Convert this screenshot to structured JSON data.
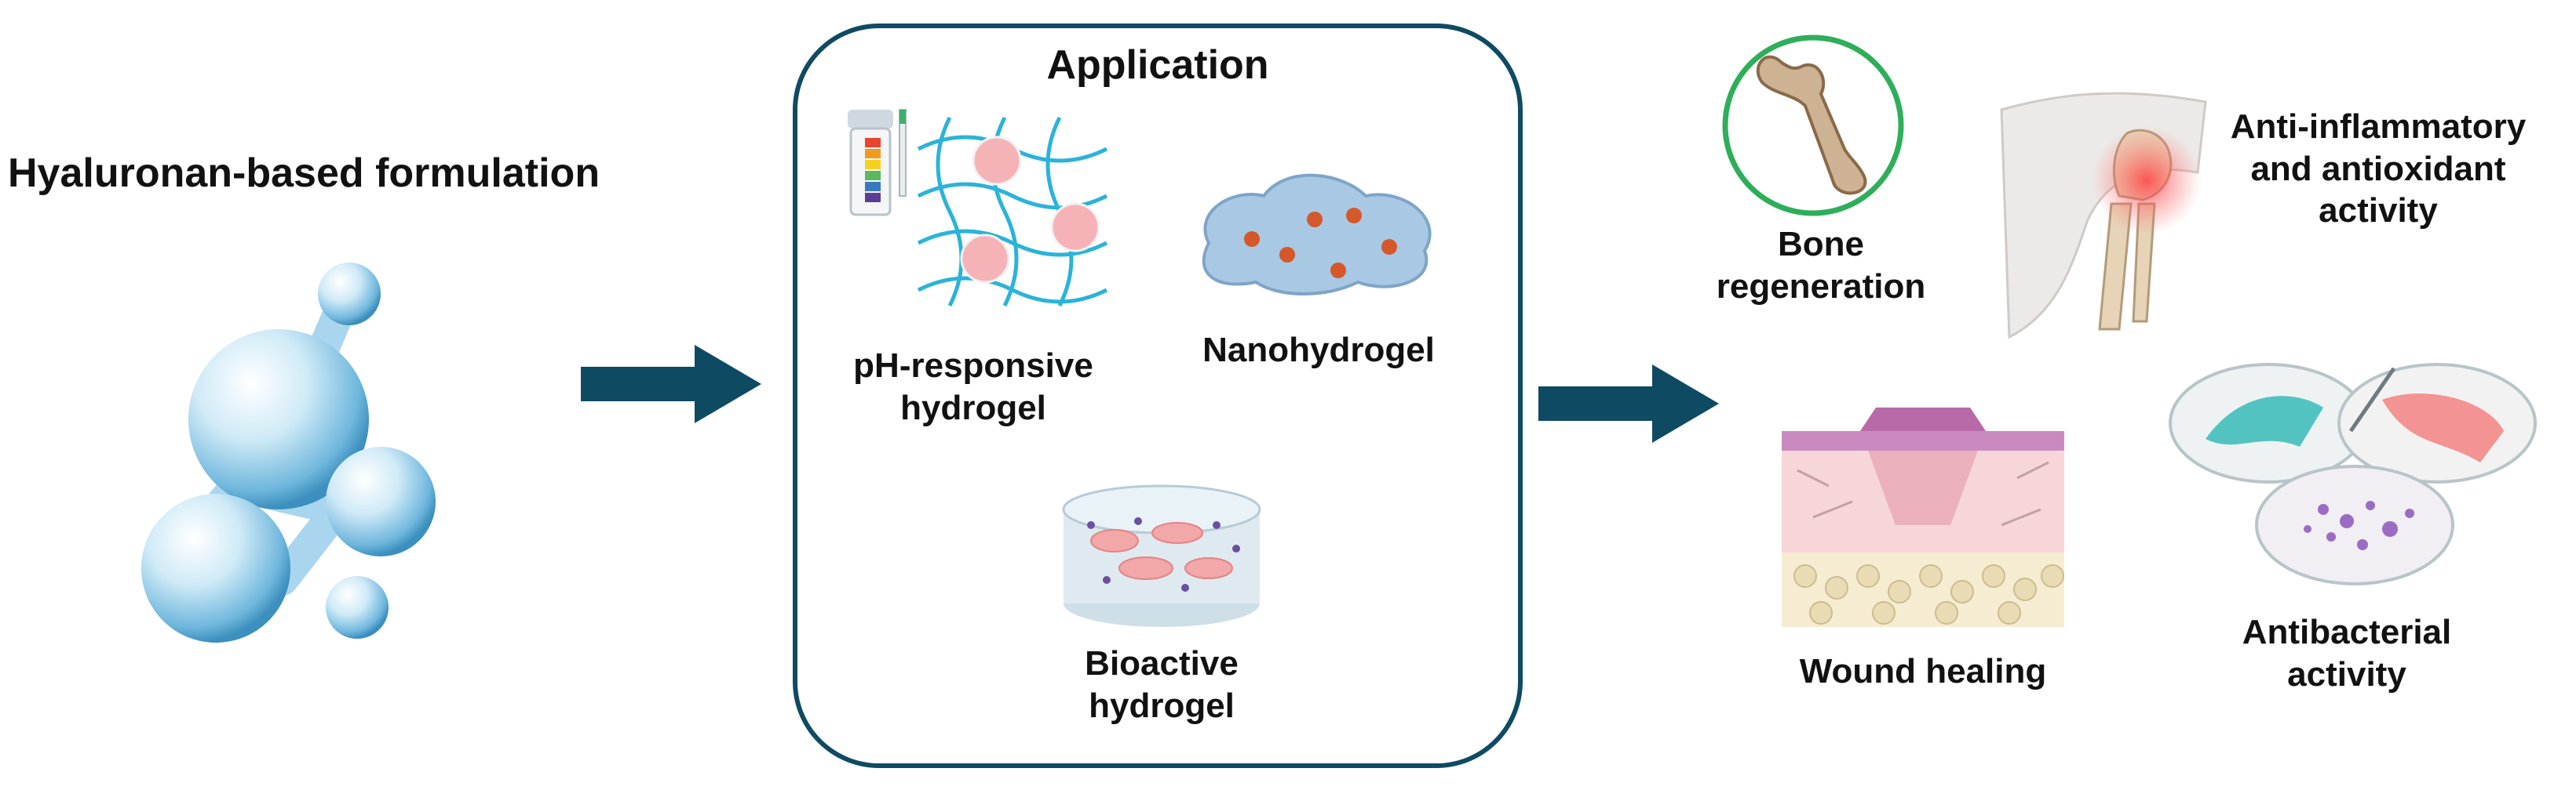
{
  "formulation": {
    "title": "Hyaluronan-based formulation"
  },
  "application": {
    "title": "Application",
    "items": [
      {
        "label": "pH-responsive hydrogel",
        "line1": "pH-responsive",
        "line2": "hydrogel"
      },
      {
        "label": "Nanohydrogel"
      },
      {
        "label": "Bioactive hydrogel",
        "line1": "Bioactive",
        "line2": "hydrogel"
      }
    ]
  },
  "outcomes": {
    "bone": {
      "line1": "Bone",
      "line2": "regeneration"
    },
    "inflammation": {
      "line1": "Anti-inflammatory",
      "line2": "and antioxidant",
      "line3": "activity"
    },
    "wound": {
      "label": "Wound healing"
    },
    "antibacterial": {
      "line1": "Antibacterial",
      "line2": "activity"
    }
  },
  "colors": {
    "arrow": "#0f4a63",
    "box_border": "#0f4a63",
    "bone_ring": "#2fae5a"
  }
}
